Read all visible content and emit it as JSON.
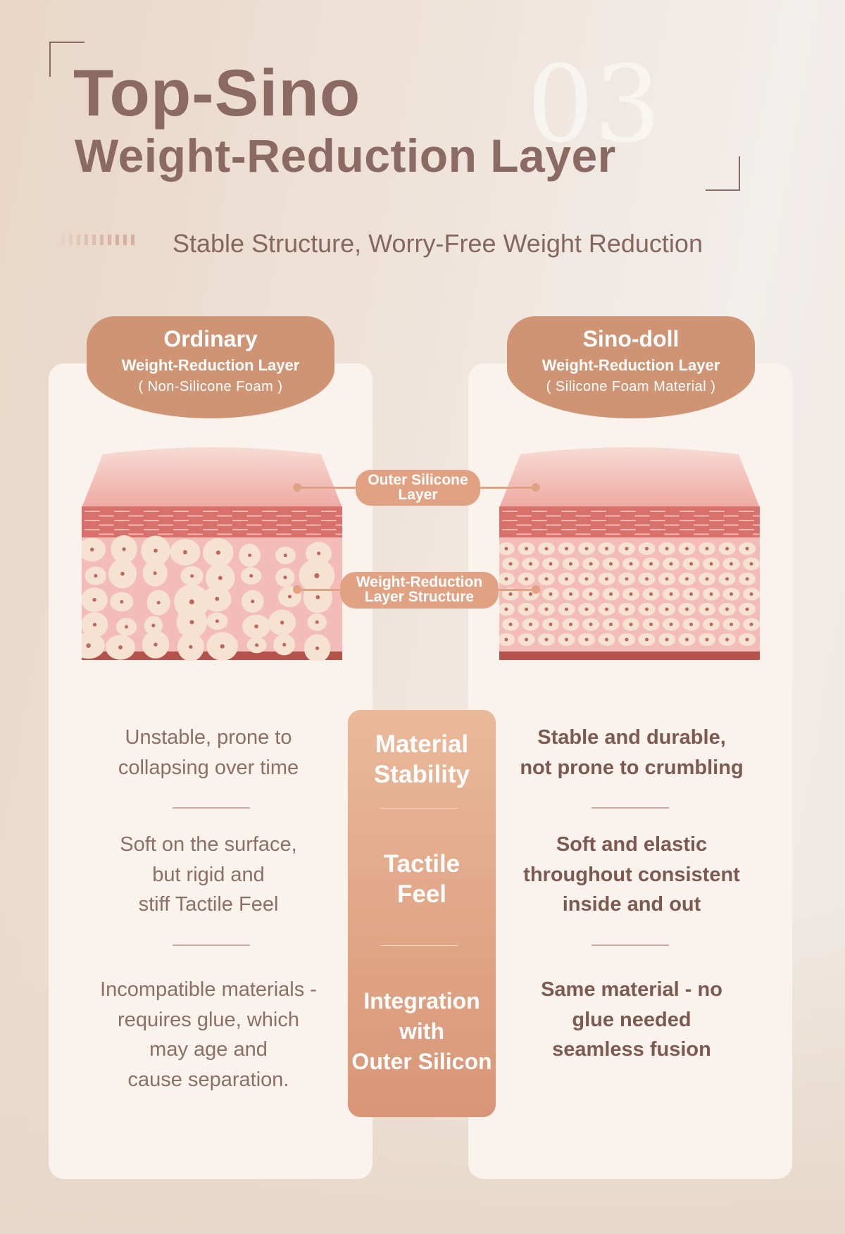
{
  "header": {
    "title": "Top-Sino",
    "subtitle": "Weight-Reduction Layer",
    "number": "03",
    "tagline": "Stable Structure, Worry-Free Weight Reduction"
  },
  "left": {
    "name": "Ordinary",
    "type": "Weight-Reduction Layer",
    "material": "( Non-Silicone Foam )",
    "points": [
      [
        "Unstable, prone to",
        "collapsing over time"
      ],
      [
        "Soft on the surface,",
        "but rigid and",
        "stiff Tactile Feel"
      ],
      [
        "Incompatible materials -",
        "requires glue, which",
        "may age and",
        "cause separation."
      ]
    ]
  },
  "right": {
    "name": "Sino-doll",
    "type": "Weight-Reduction Layer",
    "material": "( Silicone Foam Material )",
    "points": [
      [
        "Stable and durable,",
        "not prone to crumbling"
      ],
      [
        "Soft and elastic",
        "throughout consistent",
        "inside and out"
      ],
      [
        "Same material - no",
        "glue needed",
        "seamless fusion"
      ]
    ]
  },
  "labels": {
    "outer": [
      "Outer Silicone",
      "Layer"
    ],
    "structure": [
      "Weight-Reduction",
      "Layer Structure"
    ]
  },
  "criteria": [
    [
      "Material",
      "Stability"
    ],
    [
      "Tactile",
      "Feel"
    ],
    [
      "Integration",
      "with",
      "Outer Silicon"
    ]
  ],
  "colors": {
    "accent": "#cf9473",
    "text": "#8a6a62"
  }
}
